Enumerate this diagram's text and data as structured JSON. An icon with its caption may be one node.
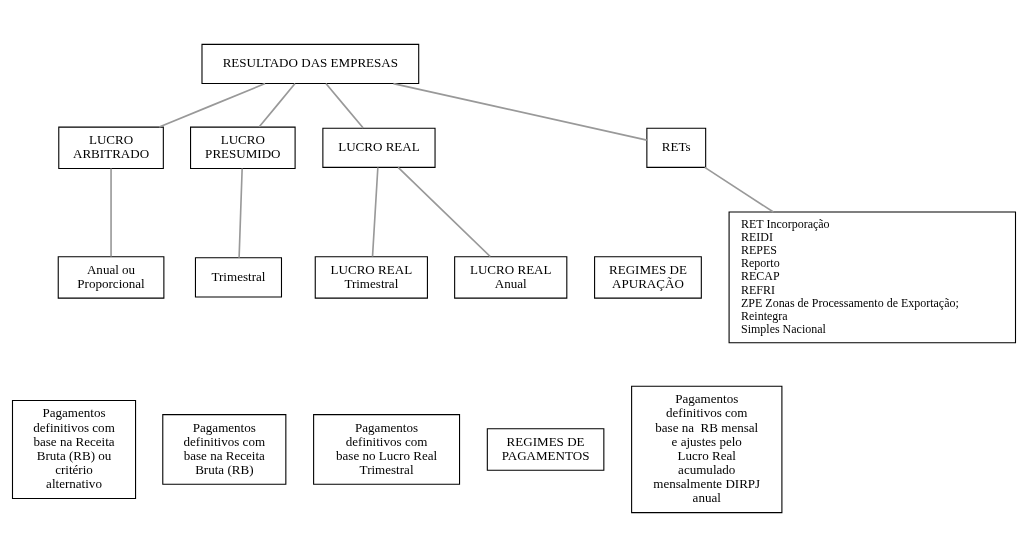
{
  "diagram": {
    "nodes": [
      {
        "text": [
          "RESULTADO DAS EMPRESAS"
        ]
      },
      {
        "text": [
          "LUCRO ARBITRADO"
        ]
      },
      {
        "text": [
          "LUCRO PRESUMIDO"
        ]
      },
      {
        "text": [
          "LUCRO REAL"
        ]
      },
      {
        "text": [
          "RETs"
        ]
      },
      {
        "text": [
          "REGIMES DE APURAÇÃO"
        ]
      },
      {
        "text": [
          "Anual ou Proporcional"
        ]
      },
      {
        "text": [
          "Trimestral"
        ]
      },
      {
        "text": [
          "LUCRO REAL Trimestral"
        ]
      },
      {
        "text": [
          "LUCRO REAL Anual"
        ]
      },
      {
        "text": [
          "RET Incorporação",
          "REIDI",
          "REPES",
          "Reporto",
          "RECAP",
          "REFRI",
          "ZPE Zonas de Processamento de Exportação;",
          "Reintegra",
          "Simples Nacional"
        ]
      },
      {
        "text": [
          "REGIMES DE PAGAMENTOS"
        ]
      },
      {
        "text": [
          "Pagamentos definitivos com base na Receita Bruta (RB) ou critério alternativo"
        ]
      },
      {
        "text": [
          "Pagamentos definitivos com base na Receita Bruta (RB)"
        ]
      },
      {
        "text": [
          "Pagamentos definitivos com base no Lucro Real Trimestral"
        ]
      },
      {
        "text": [
          "Pagamentos definitivos com base na  RB mensal e ajustes pelo Lucro Real acumulado mensalmente DIRPJ anual"
        ]
      }
    ],
    "edges": [
      {
        "from": 0,
        "to": 1,
        "arrow": "none"
      },
      {
        "from": 0,
        "to": 2,
        "arrow": "none"
      },
      {
        "from": 0,
        "to": 3,
        "arrow": "none"
      },
      {
        "from": 0,
        "to": 4,
        "arrow": "none"
      },
      {
        "from": 1,
        "to": 6,
        "arrow": "none"
      },
      {
        "from": 2,
        "to": 7,
        "arrow": "none"
      },
      {
        "from": 3,
        "to": 8,
        "arrow": "none"
      },
      {
        "from": 3,
        "to": 9,
        "arrow": "none"
      },
      {
        "from": 4,
        "to": 10,
        "arrow": "none"
      }
    ]
  }
}
